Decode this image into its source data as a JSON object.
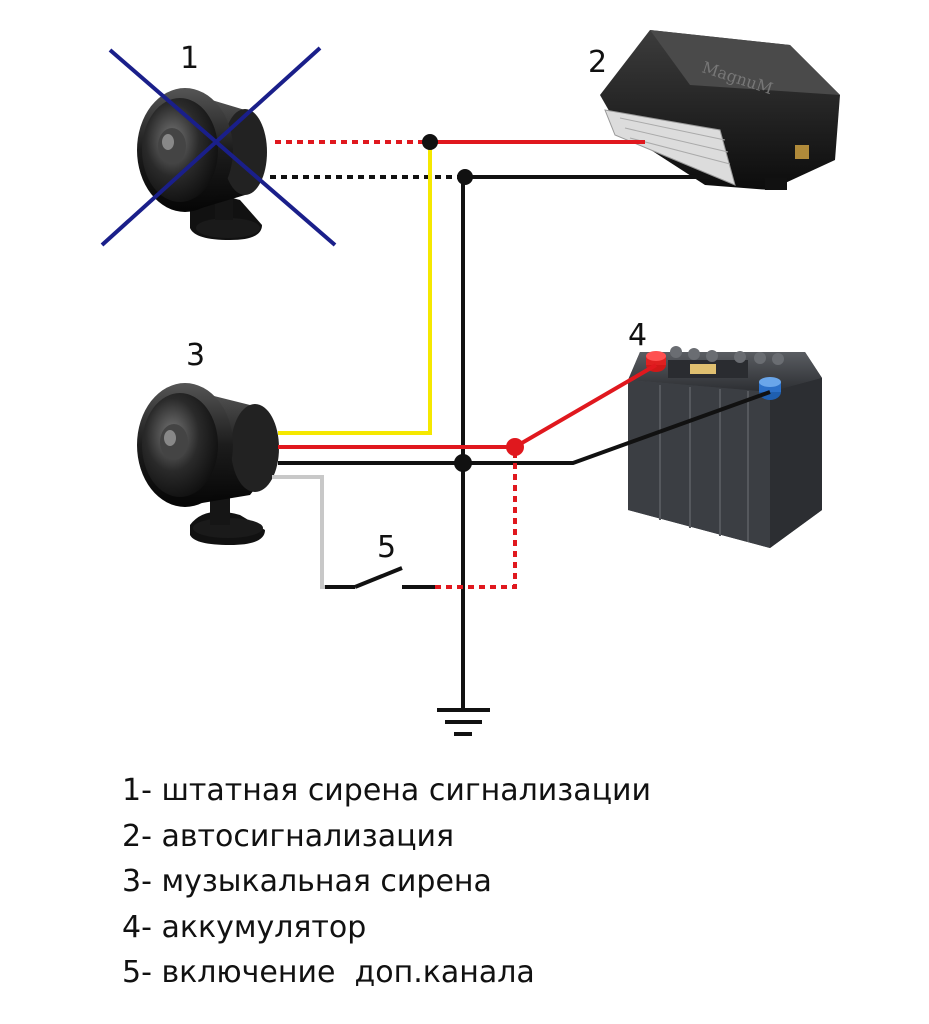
{
  "labels": {
    "n1": "1",
    "n2": "2",
    "n3": "3",
    "n4": "4",
    "n5": "5"
  },
  "device_logo": "MagnuM",
  "legend": [
    "1- штатная сирена сигнализации",
    "2- автосигнализация",
    "3- музыкальная сирена",
    "4- аккумулятор",
    "5- включение  доп.канала"
  ],
  "colors": {
    "plus_wire": "#e0181e",
    "ground_wire": "#111111",
    "signal_wire": "#f5e800",
    "switch_wire": "#c8c8c8",
    "cross": "#1a1f8a",
    "battery_body": "#3a3d42",
    "terminal_plus": "#d01818",
    "terminal_minus": "#1f5fb0"
  },
  "icons": [
    "original-siren",
    "crossed-out-mark",
    "alarm-control-unit",
    "music-siren",
    "car-battery",
    "switch",
    "ground-symbol"
  ]
}
